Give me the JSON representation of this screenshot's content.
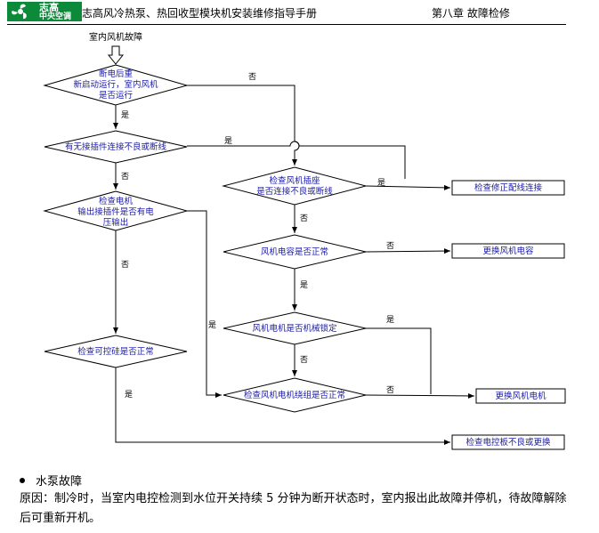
{
  "header": {
    "logo_text_1": "志高",
    "logo_text_2": "中央空调",
    "title": "志高风冷热泵、热回收型模块机安装维修指导手册",
    "chapter": "第八章 故障检修"
  },
  "flow": {
    "start": "室内风机故障",
    "d1": [
      "断电后重",
      "新启动运行，室内风机",
      "是否运行"
    ],
    "d2": "有无接插件连接不良或断线",
    "d3": [
      "检查电机",
      "输出接插件是否有电",
      "压输出"
    ],
    "d4": "检查可控硅是否正常",
    "d5": [
      "检查风机插座",
      "是否连接不良或断线"
    ],
    "d6": "风机电容是否正常",
    "d7": "风机电机是否机械锁定",
    "d8": "检查风机电机绕组是否正常",
    "r1": "检查修正配线连接",
    "r2": "更换风机电容",
    "r3": "更换风机电机",
    "r4": "检查电控板不良或更换",
    "yes": "是",
    "no": "否"
  },
  "section": {
    "title": "水泵故障",
    "body": "原因：制冷时，当室内电控检测到水位开关持续 5 分钟为断开状态时，室内报出此故障并停机，待故障解除后可重新开机。"
  },
  "colors": {
    "flow_text": "#1a1aa8",
    "brand": "#0c8a3a"
  }
}
